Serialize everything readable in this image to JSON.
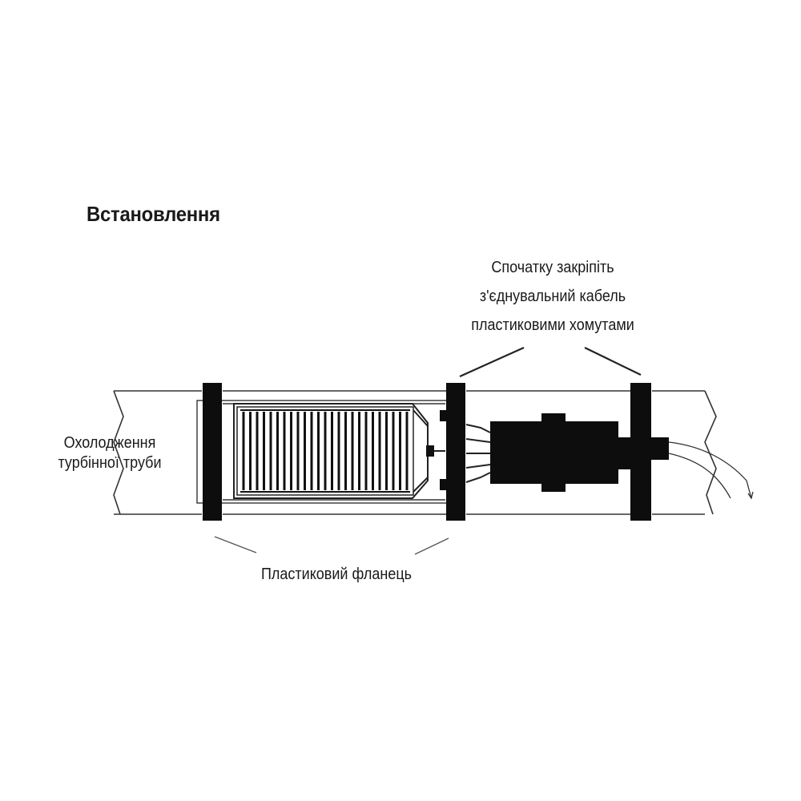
{
  "title": "Встановлення",
  "callout_top": {
    "lines": [
      "Спочатку закріпіть",
      "з'єднувальний кабель",
      "пластиковими хомутами"
    ]
  },
  "label_left": {
    "lines": [
      "Охолодження",
      "турбінної труби"
    ]
  },
  "label_bottom": "Пластиковий фланець"
}
